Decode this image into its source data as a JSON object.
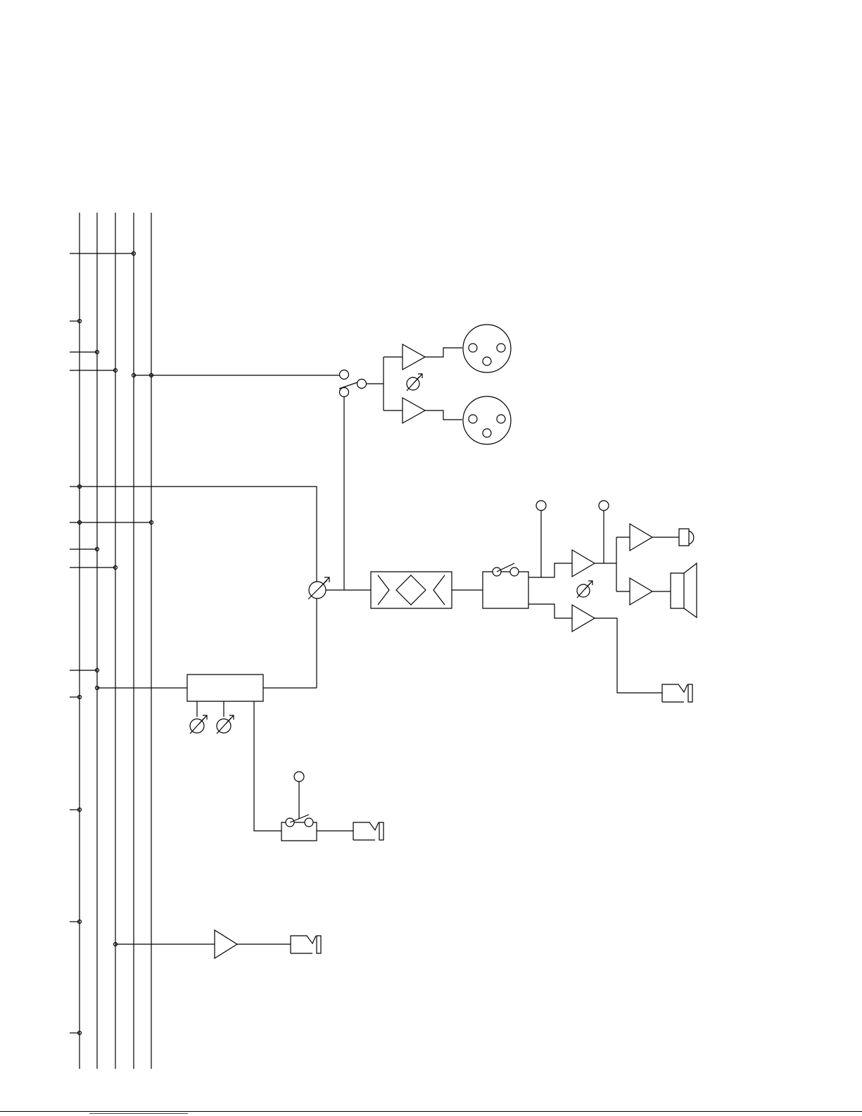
{
  "diagram": {
    "bus_count": 5,
    "colors": {
      "line": "#000000",
      "background": "#ffffff",
      "link": "#2b3bd6"
    },
    "icons": [
      "bus-line",
      "junction-dot",
      "selector-switch-icon",
      "amplifier-icon",
      "potentiometer-icon",
      "xlr-connector-icon",
      "eq-filter-block-icon",
      "switch-block-icon",
      "headphone-jack-icon",
      "speaker-icon",
      "jack-output-icon"
    ]
  }
}
